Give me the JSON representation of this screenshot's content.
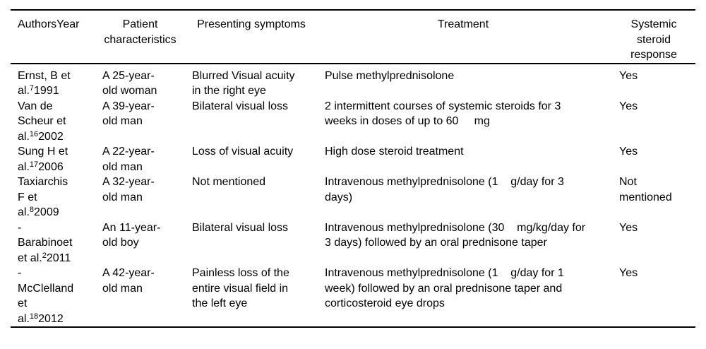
{
  "colors": {
    "text": "#000000",
    "background": "#ffffff",
    "rule": "#000000"
  },
  "table": {
    "headers": [
      {
        "label": "AuthorsYear"
      },
      {
        "label": "Patient\ncharacteristics"
      },
      {
        "label": "Presenting symptoms"
      },
      {
        "label": "Treatment"
      },
      {
        "label": "Systemic\nsteroid\nresponse"
      }
    ],
    "rows": [
      {
        "authors": {
          "pre": "Ernst, B et\nal.",
          "ref": "7",
          "year": "1991"
        },
        "patient": "A 25-year-\nold woman",
        "symptoms": "Blurred Visual acuity\nin the right eye",
        "treatment": "Pulse methylprednisolone",
        "response": "Yes"
      },
      {
        "authors": {
          "pre": "Van de\nScheur et\nal.",
          "ref": "16",
          "year": "2002"
        },
        "patient": "A 39-year-\nold man",
        "symptoms": "Bilateral visual loss",
        "treatment": "2 intermittent courses of systemic steroids for 3\nweeks in doses of up to 60     mg",
        "response": "Yes"
      },
      {
        "authors": {
          "pre": "Sung H et\nal.",
          "ref": "17",
          "year": "2006"
        },
        "patient": "A 22-year-\nold man",
        "symptoms": "Loss of visual acuity",
        "treatment": "High dose steroid treatment",
        "response": "Yes"
      },
      {
        "authors": {
          "pre": "Taxiarchis\nF et\nal.",
          "ref": "8",
          "year": "2009"
        },
        "patient": "A 32-year-\nold man",
        "symptoms": "Not mentioned",
        "treatment": "Intravenous methylprednisolone (1    g/day for 3\ndays)",
        "response": "Not\nmentioned"
      },
      {
        "authors": {
          "pre": "-\nBarabinoet\net al.",
          "ref": "2",
          "year": "2011"
        },
        "patient": "An 11-year-\nold boy",
        "symptoms": "Bilateral visual loss",
        "treatment": "Intravenous methylprednisolone (30    mg/kg/day for\n3 days) followed by an oral prednisone taper",
        "response": "Yes"
      },
      {
        "authors": {
          "pre": "-\nMcClelland\net\nal.",
          "ref": "18",
          "year": "2012"
        },
        "patient": "A 42-year-\nold man",
        "symptoms": "Painless loss of the\nentire visual field in\nthe left eye",
        "treatment": "Intravenous methylprednisolone (1    g/day for 1\nweek) followed by an oral prednisone taper and\ncorticosteroid eye drops",
        "response": "Yes"
      }
    ]
  }
}
